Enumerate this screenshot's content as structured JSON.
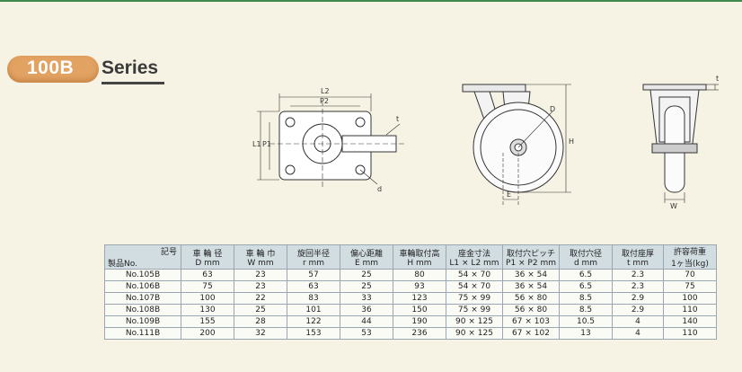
{
  "series": {
    "number": "100B",
    "name": "Series"
  },
  "drawing_labels": {
    "top_view": {
      "l2": "L2",
      "p2": "P2",
      "l1": "L1",
      "p1": "P1",
      "t": "t",
      "d": "d"
    },
    "side_view": {
      "d": "D",
      "h": "H",
      "e": "E"
    },
    "front_view": {
      "t": "t",
      "w": "W"
    }
  },
  "table": {
    "corner_top": "記号",
    "corner_bottom": "製品No.",
    "headers": [
      {
        "top": "車 輪 径",
        "bottom": "D mm"
      },
      {
        "top": "車 輪 巾",
        "bottom": "W mm"
      },
      {
        "top": "旋回半径",
        "bottom": "r mm"
      },
      {
        "top": "偏心距離",
        "bottom": "E mm"
      },
      {
        "top": "車輪取付高",
        "bottom": "H mm"
      },
      {
        "top": "座金寸法",
        "bottom": "L1 × L2 mm"
      },
      {
        "top": "取付穴ピッチ",
        "bottom": "P1 × P2 mm"
      },
      {
        "top": "取付穴径",
        "bottom": "d mm"
      },
      {
        "top": "取付座厚",
        "bottom": "t mm"
      },
      {
        "top": "許容荷重",
        "bottom": "1ヶ当(kg)"
      }
    ],
    "rows": [
      [
        "No.105B",
        "63",
        "23",
        "57",
        "25",
        "80",
        "54 × 70",
        "36 × 54",
        "6.5",
        "2.3",
        "70"
      ],
      [
        "No.106B",
        "75",
        "23",
        "63",
        "25",
        "93",
        "54 × 70",
        "36 × 54",
        "6.5",
        "2.3",
        "75"
      ],
      [
        "No.107B",
        "100",
        "22",
        "83",
        "33",
        "123",
        "75 × 99",
        "56 × 80",
        "8.5",
        "2.9",
        "100"
      ],
      [
        "No.108B",
        "130",
        "25",
        "101",
        "36",
        "150",
        "75 × 99",
        "56 × 80",
        "8.5",
        "2.9",
        "110"
      ],
      [
        "No.109B",
        "155",
        "28",
        "122",
        "44",
        "190",
        "90 × 125",
        "67 × 103",
        "10.5",
        "4",
        "140"
      ],
      [
        "No.111B",
        "200",
        "32",
        "153",
        "53",
        "236",
        "90 × 125",
        "67 × 102",
        "13",
        "4",
        "110"
      ]
    ]
  },
  "colors": {
    "accent": "#e2a262",
    "header_bg": "#d2dde2",
    "background": "#f6f3e4",
    "top_line": "#3f8a4e"
  }
}
